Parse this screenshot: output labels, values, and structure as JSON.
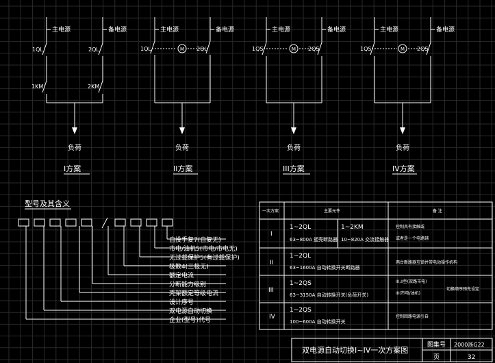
{
  "schemes": [
    {
      "title": "I方案",
      "main_source": "主电源",
      "backup_source": "备电源",
      "left_switch": "1QL",
      "right_switch": "2QL",
      "left_contactor": "1KM",
      "right_contactor": "2KM",
      "interlock": "",
      "load": "负荷"
    },
    {
      "title": "II方案",
      "main_source": "主电源",
      "backup_source": "备电源",
      "left_switch": "1QL",
      "right_switch": "2QL",
      "interlock": "M",
      "load": "负荷"
    },
    {
      "title": "III方案",
      "main_source": "主电源",
      "backup_source": "备电源",
      "left_switch": "1QS",
      "right_switch": "2QS",
      "interlock": "M",
      "load": "负荷"
    },
    {
      "title": "IV方案",
      "main_source": "主电源",
      "backup_source": "备电源",
      "left_switch": "1QS",
      "right_switch": "2QS",
      "interlock": "M",
      "load": "负荷"
    }
  ],
  "model_section": {
    "title": "型号及其含义",
    "meanings": [
      "自投手复7(自复无)",
      "市电/油机5(市电/市电无)",
      "无过载保护5(有过载保护)",
      "极数4(三极无)",
      "额定电流",
      "分断能力级别",
      "壳架额定等级电流",
      "设计序号",
      "双电源自动切换",
      "企业(型号)代号"
    ]
  },
  "table": {
    "headers": [
      "一次方案",
      "主要元件",
      "备  注"
    ],
    "rows": [
      {
        "scheme": "I",
        "component_a": "1~2QL",
        "component_a_detail": "63~800A 塑壳断路器",
        "component_b": "1~2KM",
        "component_b_detail": "10~820A 交流接触器",
        "note": "控制具有接触或",
        "note2": "或者是一个电路辅"
      },
      {
        "scheme": "II",
        "component_a": "1~2QL",
        "component_a_detail": "63~1600A 自动转换开关断路器",
        "note": "两台断路器互锁并带电动操作机构"
      },
      {
        "scheme": "III",
        "component_a": "1~2QS",
        "component_a_detail": "63~3150A 自动转换开关(负荷开关)",
        "note": "III,II型(双路市电)",
        "note2": "III(市电/油机)",
        "note3": "切换顺序预先设定"
      },
      {
        "scheme": "IV",
        "component_a": "1~2QS",
        "component_a_detail": "100~600A 自动转换开关",
        "note": "控制回路电源引自"
      }
    ]
  },
  "title_block": {
    "title": "双电源自动切换I~IV一次方案图",
    "atlas_label": "图集号",
    "atlas_value": "2000浙G22",
    "page_label": "页",
    "page_value": "32"
  }
}
